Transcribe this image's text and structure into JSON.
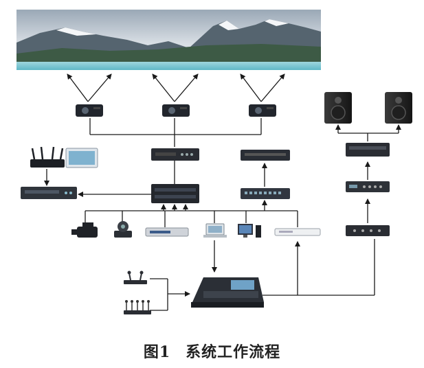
{
  "caption": {
    "figure_number": "图1",
    "title": "系统工作流程"
  },
  "colors": {
    "line": "#1a1a1a",
    "device_dark": "#262a33",
    "device_silver": "#c9ccd2",
    "water": "#7fc8d4"
  },
  "devices": {
    "screen": "panoramic-projection-screen",
    "projectors": [
      "projector-left",
      "projector-center",
      "projector-right"
    ],
    "speakers": [
      "speaker-left",
      "speaker-right"
    ],
    "router": "wireless-router-icon",
    "tablet": "tablet-icon",
    "sources": [
      "camcorder-icon",
      "ptz-camera-icon",
      "media-player-icon",
      "laptop-icon",
      "desktop-pc-icon",
      "network-switch-white-icon"
    ],
    "audio": [
      "microphone-pair-icon",
      "microphone-array-icon",
      "audio-mixer-console-icon"
    ]
  }
}
